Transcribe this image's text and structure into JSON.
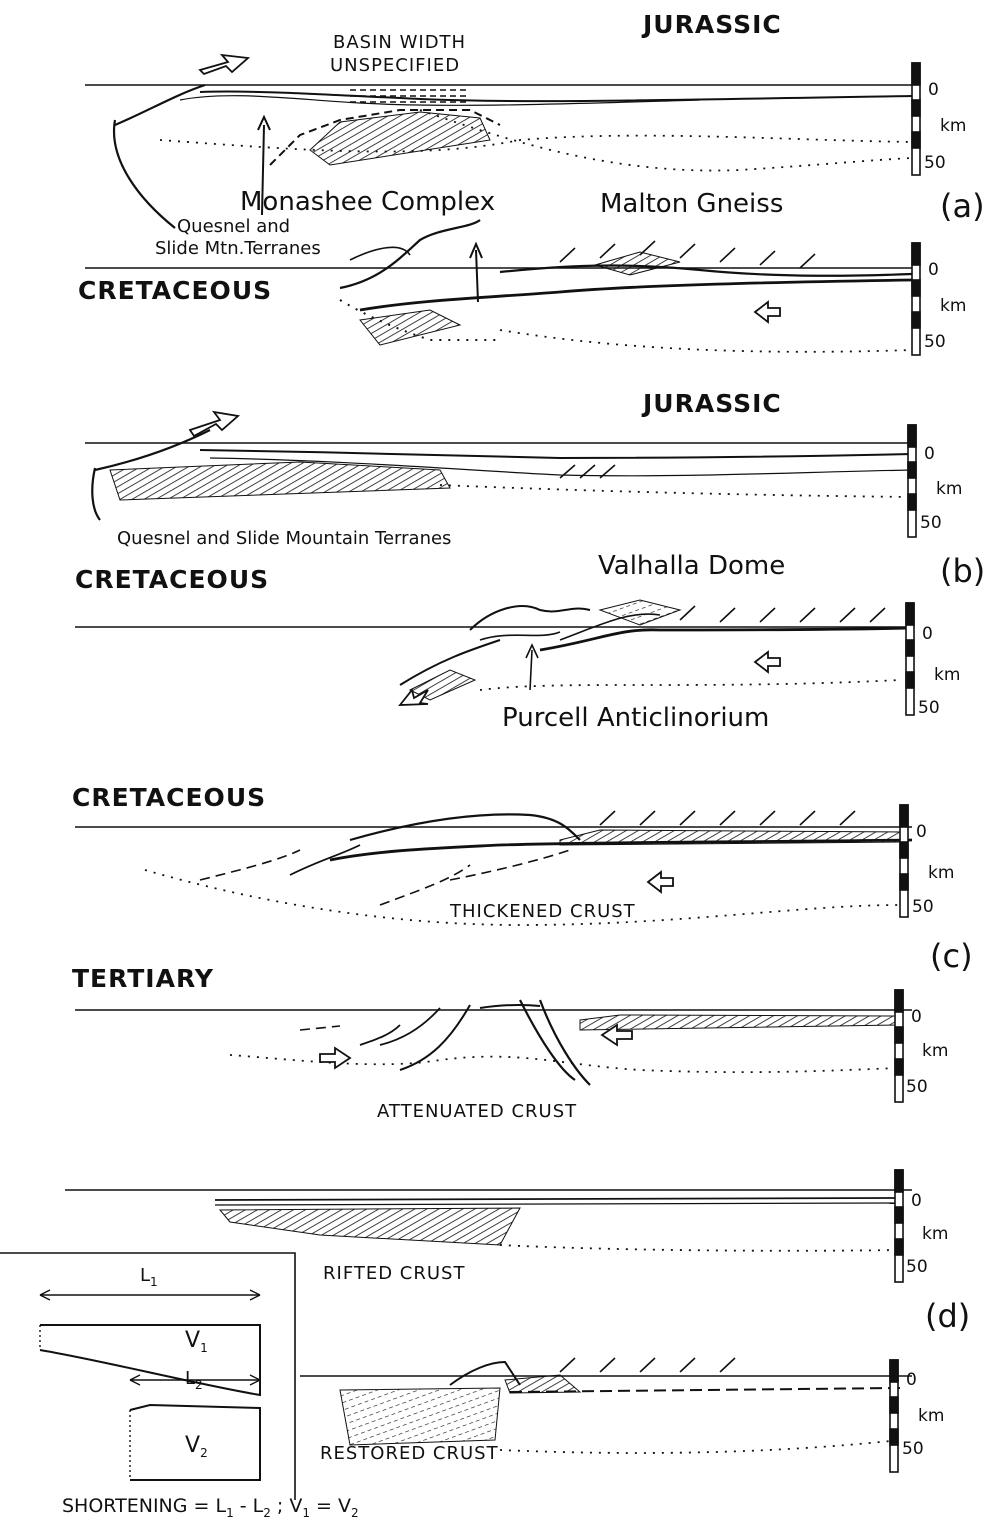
{
  "panels": {
    "a": {
      "letter": "(a)",
      "top_period": "JURASSIC",
      "bottom_period": "CRETACEOUS",
      "basin_note_1": "BASIN WIDTH",
      "basin_note_2": "UNSPECIFIED",
      "monashee": "Monashee Complex",
      "malton": "Malton Gneiss",
      "quesnel_1": "Quesnel and",
      "quesnel_2": "Slide Mtn.Terranes"
    },
    "b": {
      "letter": "(b)",
      "top_period": "JURASSIC",
      "bottom_period": "CRETACEOUS",
      "quesnel": "Quesnel and Slide Mountain Terranes",
      "valhalla": "Valhalla Dome",
      "purcell": "Purcell Anticlinorium"
    },
    "c": {
      "letter": "(c)",
      "top_period": "CRETACEOUS",
      "bottom_period": "TERTIARY",
      "thickened": "THICKENED CRUST",
      "attenuated": "ATTENUATED CRUST"
    },
    "d": {
      "letter": "(d)",
      "rifted": "RIFTED CRUST",
      "restored": "RESTORED CRUST",
      "inset": {
        "L1": "L",
        "L1_sub": "1",
        "L2": "L",
        "L2_sub": "2",
        "V1": "V",
        "V1_sub": "1",
        "V2": "V",
        "V2_sub": "2"
      },
      "formula": "SHORTENING = L",
      "formula_sub1": "1",
      "formula_mid": " - L",
      "formula_sub2": "2",
      "formula_end": " ;  V",
      "formula_sub3": "1",
      "formula_eq": " = V",
      "formula_sub4": "2"
    }
  },
  "scale_bar": {
    "top": "0",
    "unit": "km",
    "bottom": "50"
  }
}
